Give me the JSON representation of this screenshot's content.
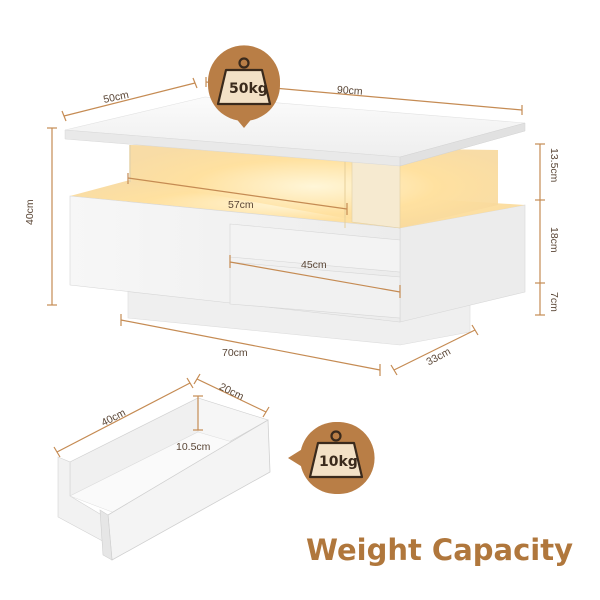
{
  "colors": {
    "accent": "#b97e46",
    "dimension_line": "#c58b53",
    "text": "#5a4636",
    "glow": "#ffd98a",
    "furniture": "#f4f4f4"
  },
  "dimensions": {
    "depth_top": "50cm",
    "width_top": "90cm",
    "height_total": "40cm",
    "shelf_inner_width": "57cm",
    "drawer_width": "45cm",
    "upper_gap": "13.5cm",
    "middle_height": "18cm",
    "bottom_height": "7cm",
    "base_width": "70cm",
    "base_depth": "33cm"
  },
  "drawer_dimensions": {
    "length": "40cm",
    "width": "20cm",
    "height": "10.5cm"
  },
  "badges": {
    "top_load": "50kg",
    "drawer_load": "10kg",
    "icon": "weight-icon"
  },
  "caption": "Weight Capacity"
}
